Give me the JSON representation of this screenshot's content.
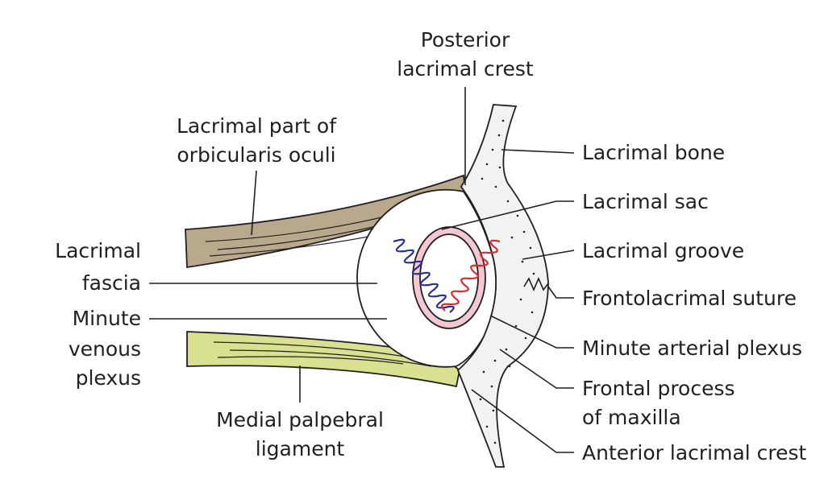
{
  "labels": {
    "posterior_crest_1": "Posterior",
    "posterior_crest_2": "lacrimal crest",
    "orbicularis_1": "Lacrimal part of",
    "orbicularis_2": "orbicularis oculi",
    "fascia_1": "Lacrimal",
    "fascia_2": "fascia",
    "venous_1": "Minute",
    "venous_2": "venous",
    "venous_3": "plexus",
    "ligament_1": "Medial palpebral",
    "ligament_2": "ligament",
    "lacrimal_bone": "Lacrimal bone",
    "lacrimal_sac": "Lacrimal sac",
    "lacrimal_groove": "Lacrimal groove",
    "frontolacrimal_suture": "Frontolacrimal suture",
    "arterial_plexus": "Minute arterial plexus",
    "frontal_process_1": "Frontal process",
    "frontal_process_2": "of maxilla",
    "anterior_crest": "Anterior lacrimal crest"
  },
  "colors": {
    "orbicularis_muscle": "#b8a88c",
    "palpebral_ligament": "#d9e08f",
    "bone": "#f1f3f3",
    "sac_ring": "#f3c8d3",
    "venous_plexus": "#2b2f8f",
    "arterial_plexus": "#e0262b",
    "outline": "#231f20"
  }
}
